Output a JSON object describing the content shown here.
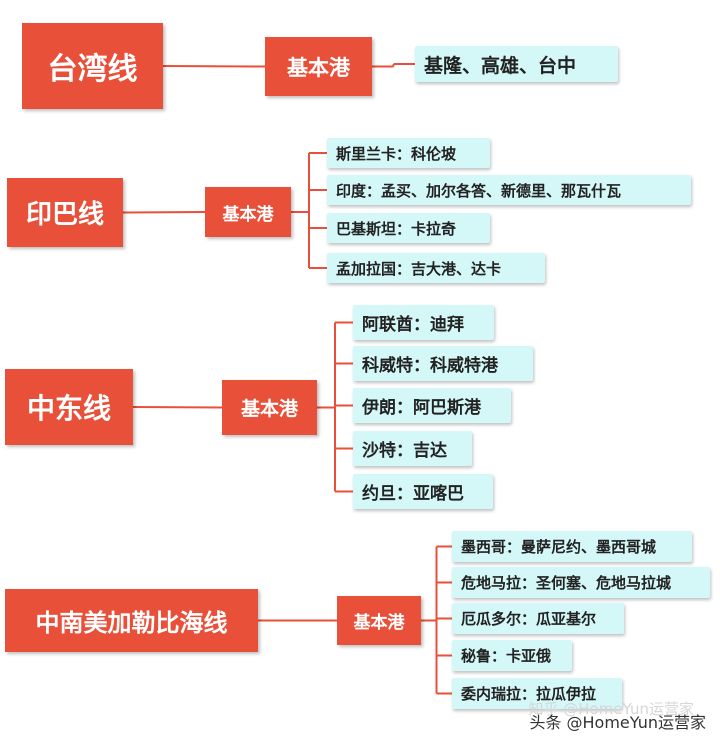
{
  "routes": [
    {
      "name": "台湾线",
      "hub": "基本港",
      "ports": [
        "基隆、高雄、台中"
      ]
    },
    {
      "name": "印巴线",
      "hub": "基本港",
      "ports": [
        "斯里兰卡：科伦坡",
        "印度：孟买、加尔各答、新德里、那瓦什瓦",
        "巴基斯坦：卡拉奇",
        "孟加拉国：吉大港、达卡"
      ]
    },
    {
      "name": "中东线",
      "hub": "基本港",
      "ports": [
        "阿联酋：迪拜",
        "科威特：科威特港",
        "伊朗：阿巴斯港",
        "沙特：吉达",
        "约旦：亚喀巴"
      ]
    },
    {
      "name": "中南美加勒比海线",
      "hub": "基本港",
      "ports": [
        "墨西哥：曼萨尼约、墨西哥城",
        "危地马拉：圣何塞、危地马拉城",
        "厄瓜多尔：瓜亚基尔",
        "秘鲁：卡亚俄",
        "委内瑞拉：拉瓜伊拉"
      ]
    }
  ],
  "watermark": {
    "main": "头条 @HomeYun运营家",
    "faint": "知乎 @HomeYun运营家"
  },
  "colors": {
    "route_fill": "#e8503a",
    "port_fill": "#d4f7f8",
    "connector": "#e8503a"
  }
}
